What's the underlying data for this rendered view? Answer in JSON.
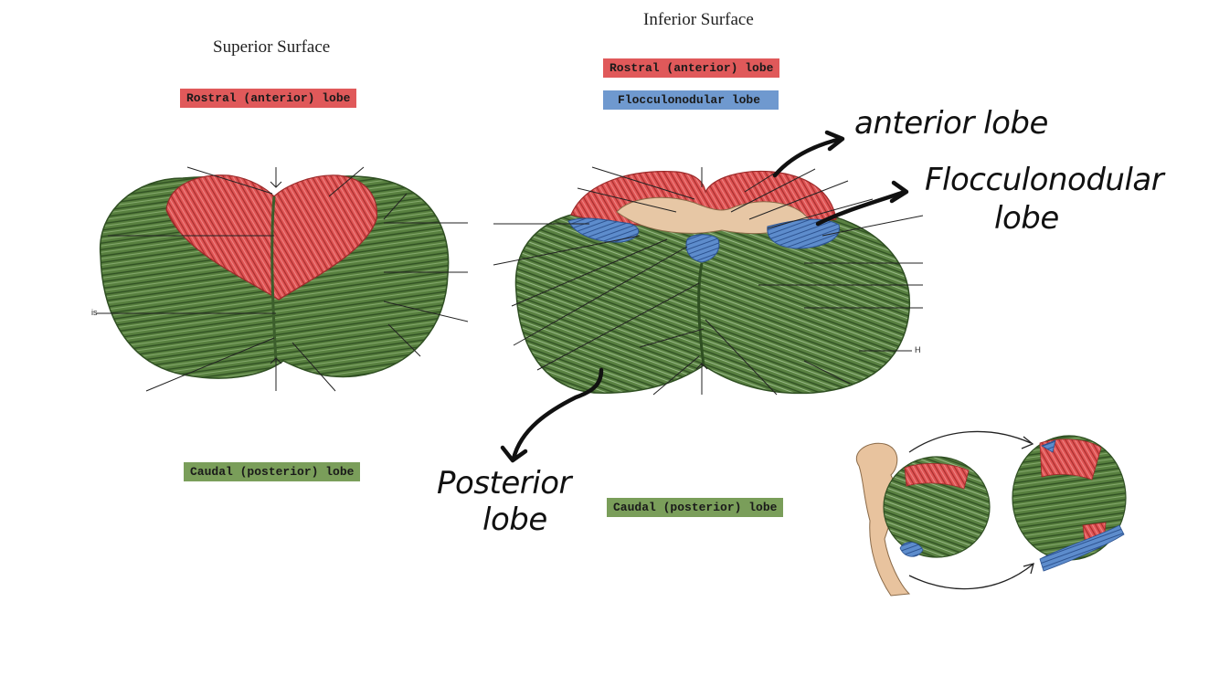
{
  "titles": {
    "superior": "Superior Surface",
    "inferior": "Inferior Surface"
  },
  "labels": {
    "rostral_superior": "Rostral (anterior) lobe",
    "rostral_inferior": "Rostral (anterior) lobe",
    "flocculonodular": "Flocculonodular lobe",
    "caudal_superior": "Caudal (posterior) lobe",
    "caudal_inferior": "Caudal (posterior) lobe"
  },
  "annotations": {
    "anterior": "anterior lobe",
    "flocculo_line1": "Flocculonodular",
    "flocculo_line2": "lobe",
    "posterior_line1": "Posterior",
    "posterior_line2": "lobe"
  },
  "fragments": {
    "left_cut": "is",
    "right_cut": "H"
  },
  "colors": {
    "rostral": "#e0595a",
    "flocculonodular": "#6f99cf",
    "caudal": "#7a9e5a",
    "tissue_green": "#4f7a3c",
    "tissue_red": "#d94a4a"
  }
}
